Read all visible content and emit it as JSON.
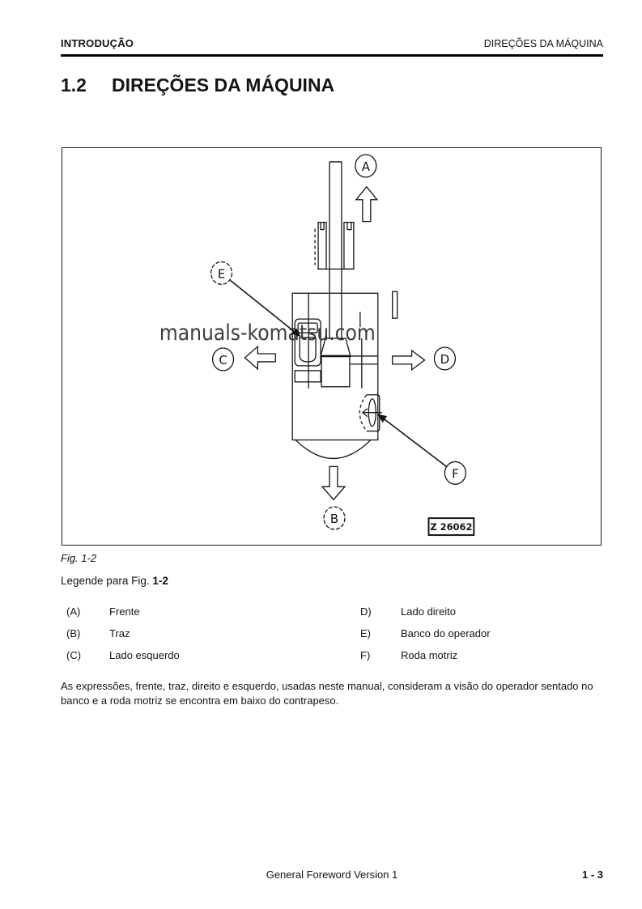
{
  "header": {
    "left": "INTRODUÇÃO",
    "right": "DIREÇÕES DA MÁQUINA"
  },
  "title": {
    "number": "1.2",
    "text": "DIREÇÕES DA MÁQUINA"
  },
  "figure": {
    "caption": "Fig. 1-2",
    "watermark": "manuals-komatsu.com",
    "ref_code": "Z 26062",
    "callouts": [
      {
        "letter": "A"
      },
      {
        "letter": "B"
      },
      {
        "letter": "C"
      },
      {
        "letter": "D"
      },
      {
        "letter": "E"
      },
      {
        "letter": "F"
      }
    ]
  },
  "legend": {
    "heading_prefix": "Legende para Fig.",
    "heading_ref": "1-2",
    "left": [
      {
        "key": "(A)",
        "label": "Frente"
      },
      {
        "key": "(B)",
        "label": "Traz"
      },
      {
        "key": "(C)",
        "label": "Lado esquerdo"
      }
    ],
    "right": [
      {
        "key": "D)",
        "label": "Lado direito"
      },
      {
        "key": "E)",
        "label": "Banco do operador"
      },
      {
        "key": "F)",
        "label": "Roda motriz"
      }
    ]
  },
  "paragraph": "As expressões, frente, traz, direito e esquerdo, usadas neste manual, consideram a visão do operador sentado no banco e a roda motriz se encontra em baixo do contrapeso.",
  "footer": {
    "center": "General Foreword Version 1",
    "page": "1 - 3"
  },
  "colors": {
    "ink": "#141414",
    "watermark": "#3d3d3d"
  }
}
